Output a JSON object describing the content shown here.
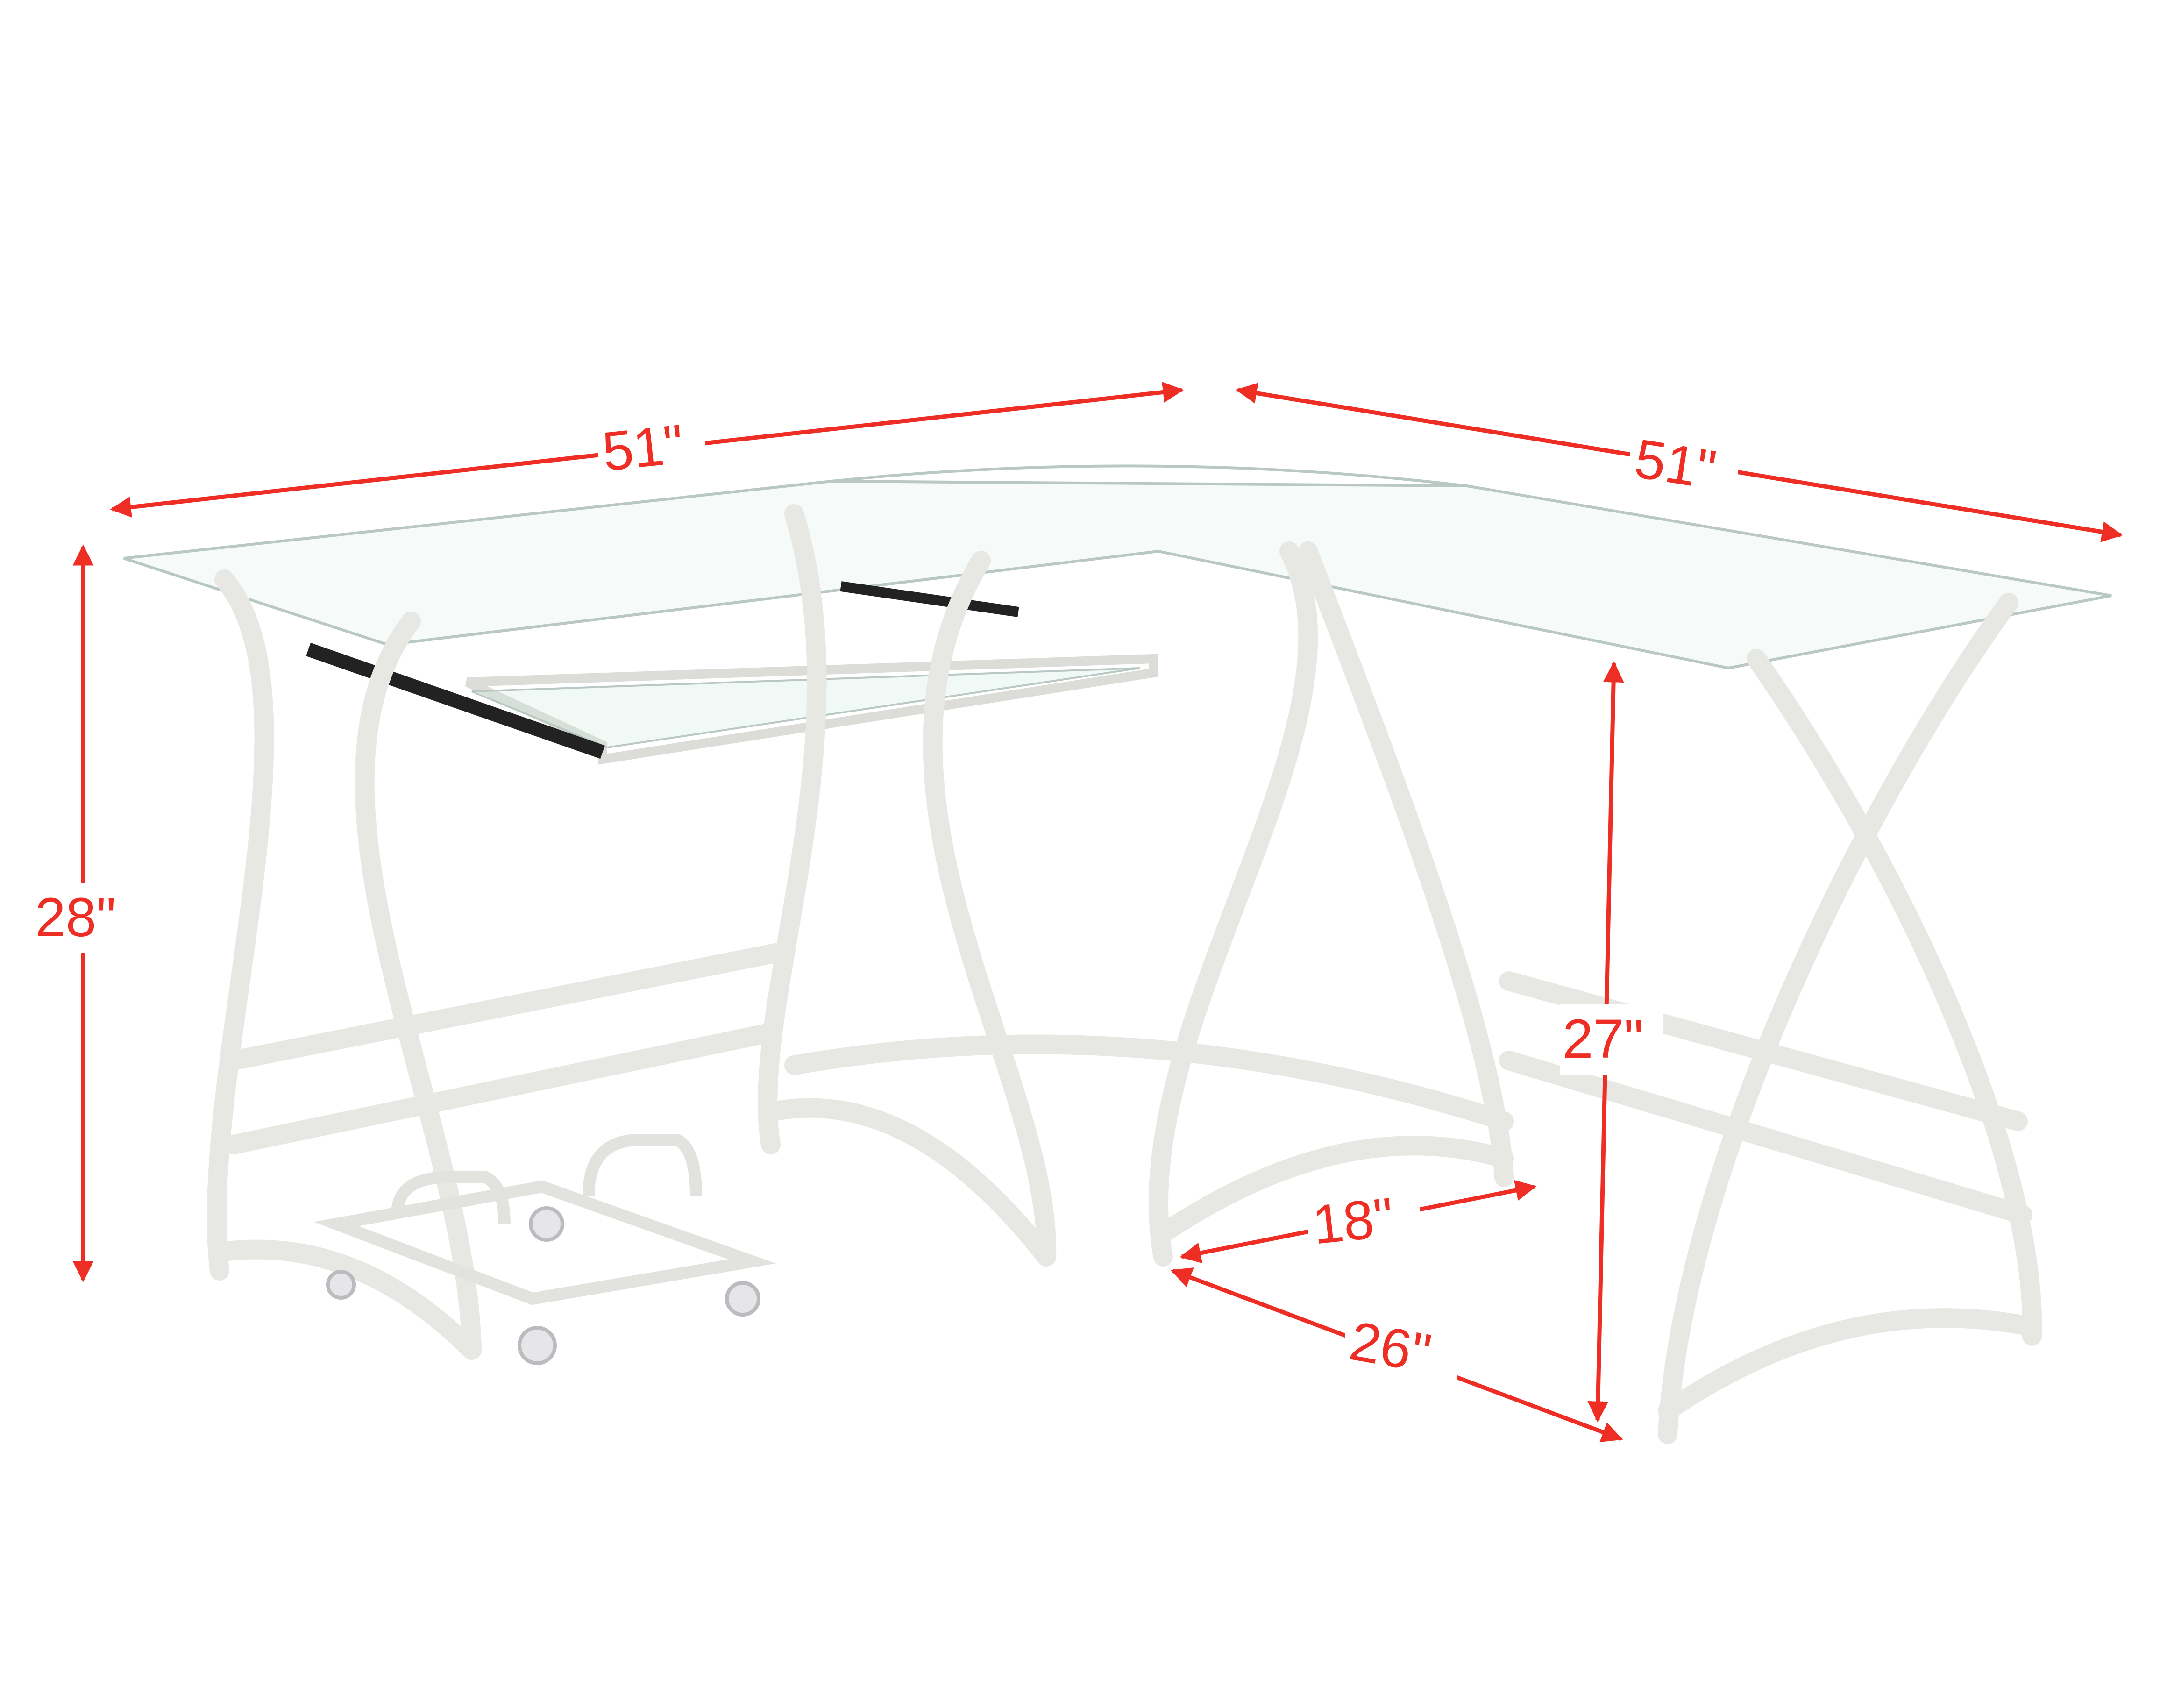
{
  "diagram": {
    "subject": "L-shaped glass top corner desk with pull-out keyboard tray and rolling CPU stand",
    "colors": {
      "dimension": "#ee2e24",
      "frame": "#e9e9e6",
      "frame_shade": "#c9c9c6",
      "glass_edge": "#b9c8c3",
      "slide_rail": "#222222"
    },
    "dimensions": {
      "left_width": "51\"",
      "right_width": "51\"",
      "overall_height": "28\"",
      "inner_height": "27\"",
      "inner_depth": "18\"",
      "outer_depth": "26\""
    }
  }
}
